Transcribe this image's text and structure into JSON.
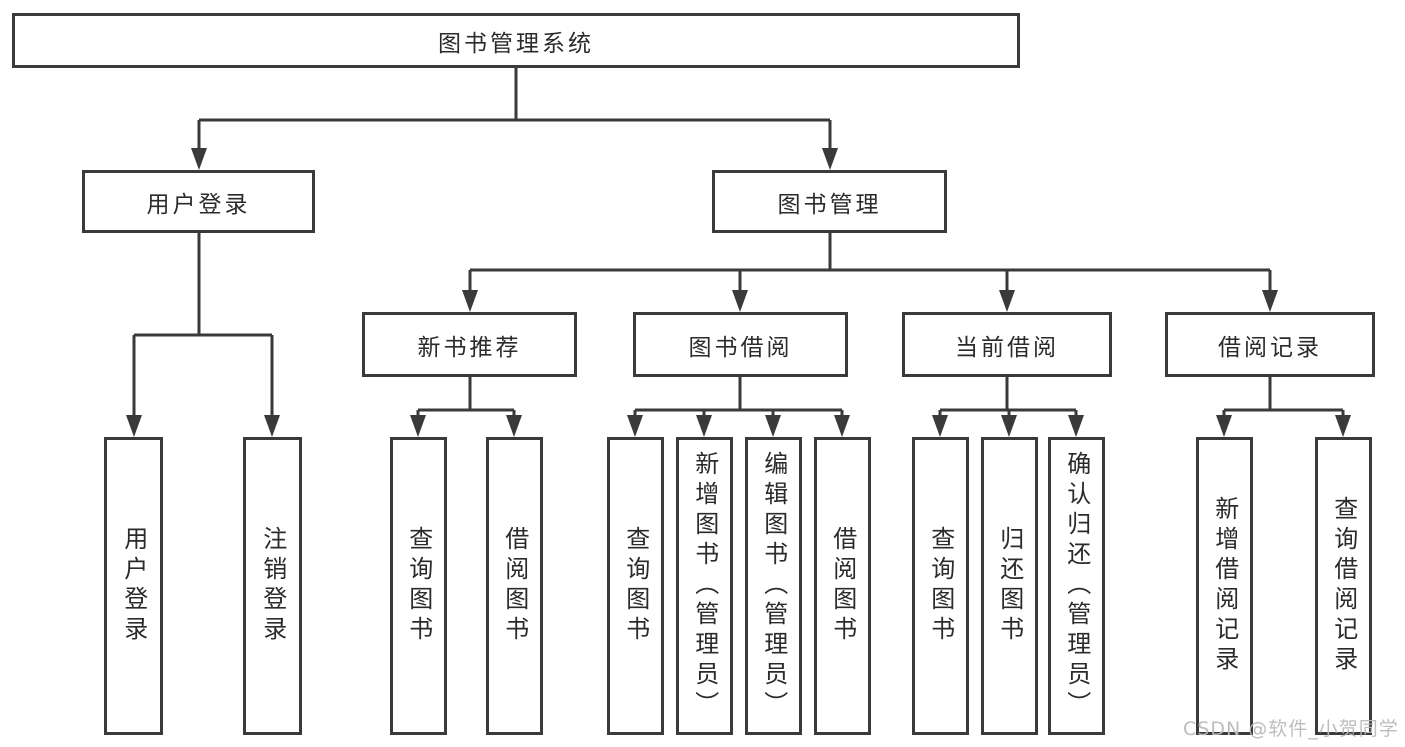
{
  "diagram": {
    "title": "图书管理系统",
    "modules": [
      {
        "label": "用户登录",
        "features": [
          "用户登录",
          "注销登录"
        ]
      },
      {
        "label": "图书管理",
        "submodules": [
          {
            "label": "新书推荐",
            "features": [
              "查询图书",
              "借阅图书"
            ]
          },
          {
            "label": "图书借阅",
            "features": [
              "查询图书",
              "新增图书（管理员）",
              "编辑图书（管理员）",
              "借阅图书"
            ]
          },
          {
            "label": "当前借阅",
            "features": [
              "查询图书",
              "归还图书",
              "确认归还（管理员）"
            ]
          },
          {
            "label": "借阅记录",
            "features": [
              "新增借阅记录",
              "查询借阅记录"
            ]
          }
        ]
      }
    ]
  },
  "watermark": {
    "text": "CSDN @软件_小贺同学"
  },
  "colors": {
    "line": "#3a3a3a",
    "box_border": "#3a3a3a",
    "text": "#2b2b2b",
    "watermark": "#b9b9b9",
    "background": "#ffffff"
  }
}
